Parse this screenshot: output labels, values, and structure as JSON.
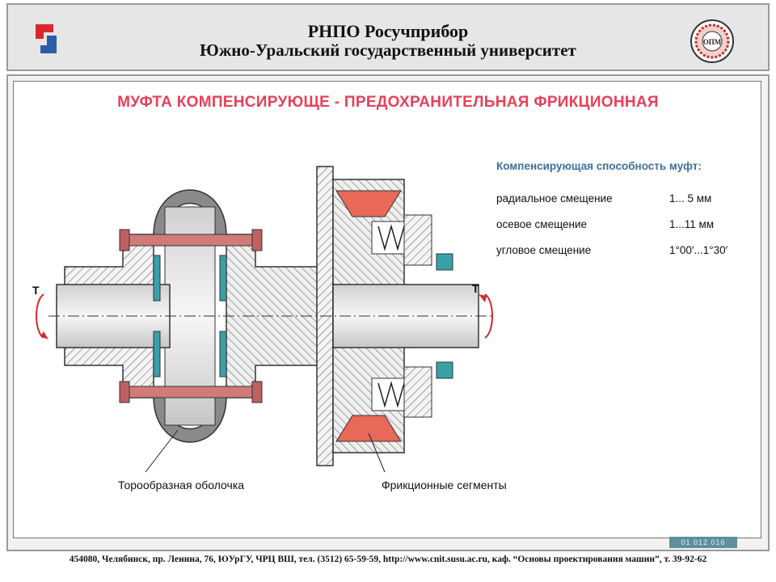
{
  "header": {
    "org_line1": "РНПО Росучприбор",
    "org_line2": "Южно-Уральский государственный университет",
    "emblem_text": "ОПМ"
  },
  "slide": {
    "title": "МУФТА КОМПЕНСИРУЮЩЕ - ПРЕДОХРАНИТЕЛЬНАЯ ФРИКЦИОННАЯ",
    "specs": {
      "heading": "Компенсирующая способность муфт:",
      "rows": [
        {
          "label": "радиальное смещение",
          "value": "1... 5 мм"
        },
        {
          "label": "осевое смещение",
          "value": "1...11 мм"
        },
        {
          "label": "угловое смещение",
          "value": "1°00′...1°30′"
        }
      ]
    },
    "drawing": {
      "torque_label_left": "T",
      "torque_label_right": "T",
      "caption_left": "Торообразная оболочка",
      "caption_right": "Фрикционные сегменты"
    }
  },
  "code_plate": "01 012 016",
  "footer": "454080, Челябинск, пр. Ленина, 76, ЮУрГУ, ЧРЦ ВШ, тел. (3512) 65-59-59, http://www.cnit.susu.ac.ru, каф. “Основы проектирования машин”, т. 39-92-62",
  "colors": {
    "title": "#e8405a",
    "heading": "#3e6f9a",
    "shell": "#8a8a8a",
    "friction": "#e8685a",
    "seal": "#3aa0a8",
    "bolt": "#d07a7a"
  }
}
